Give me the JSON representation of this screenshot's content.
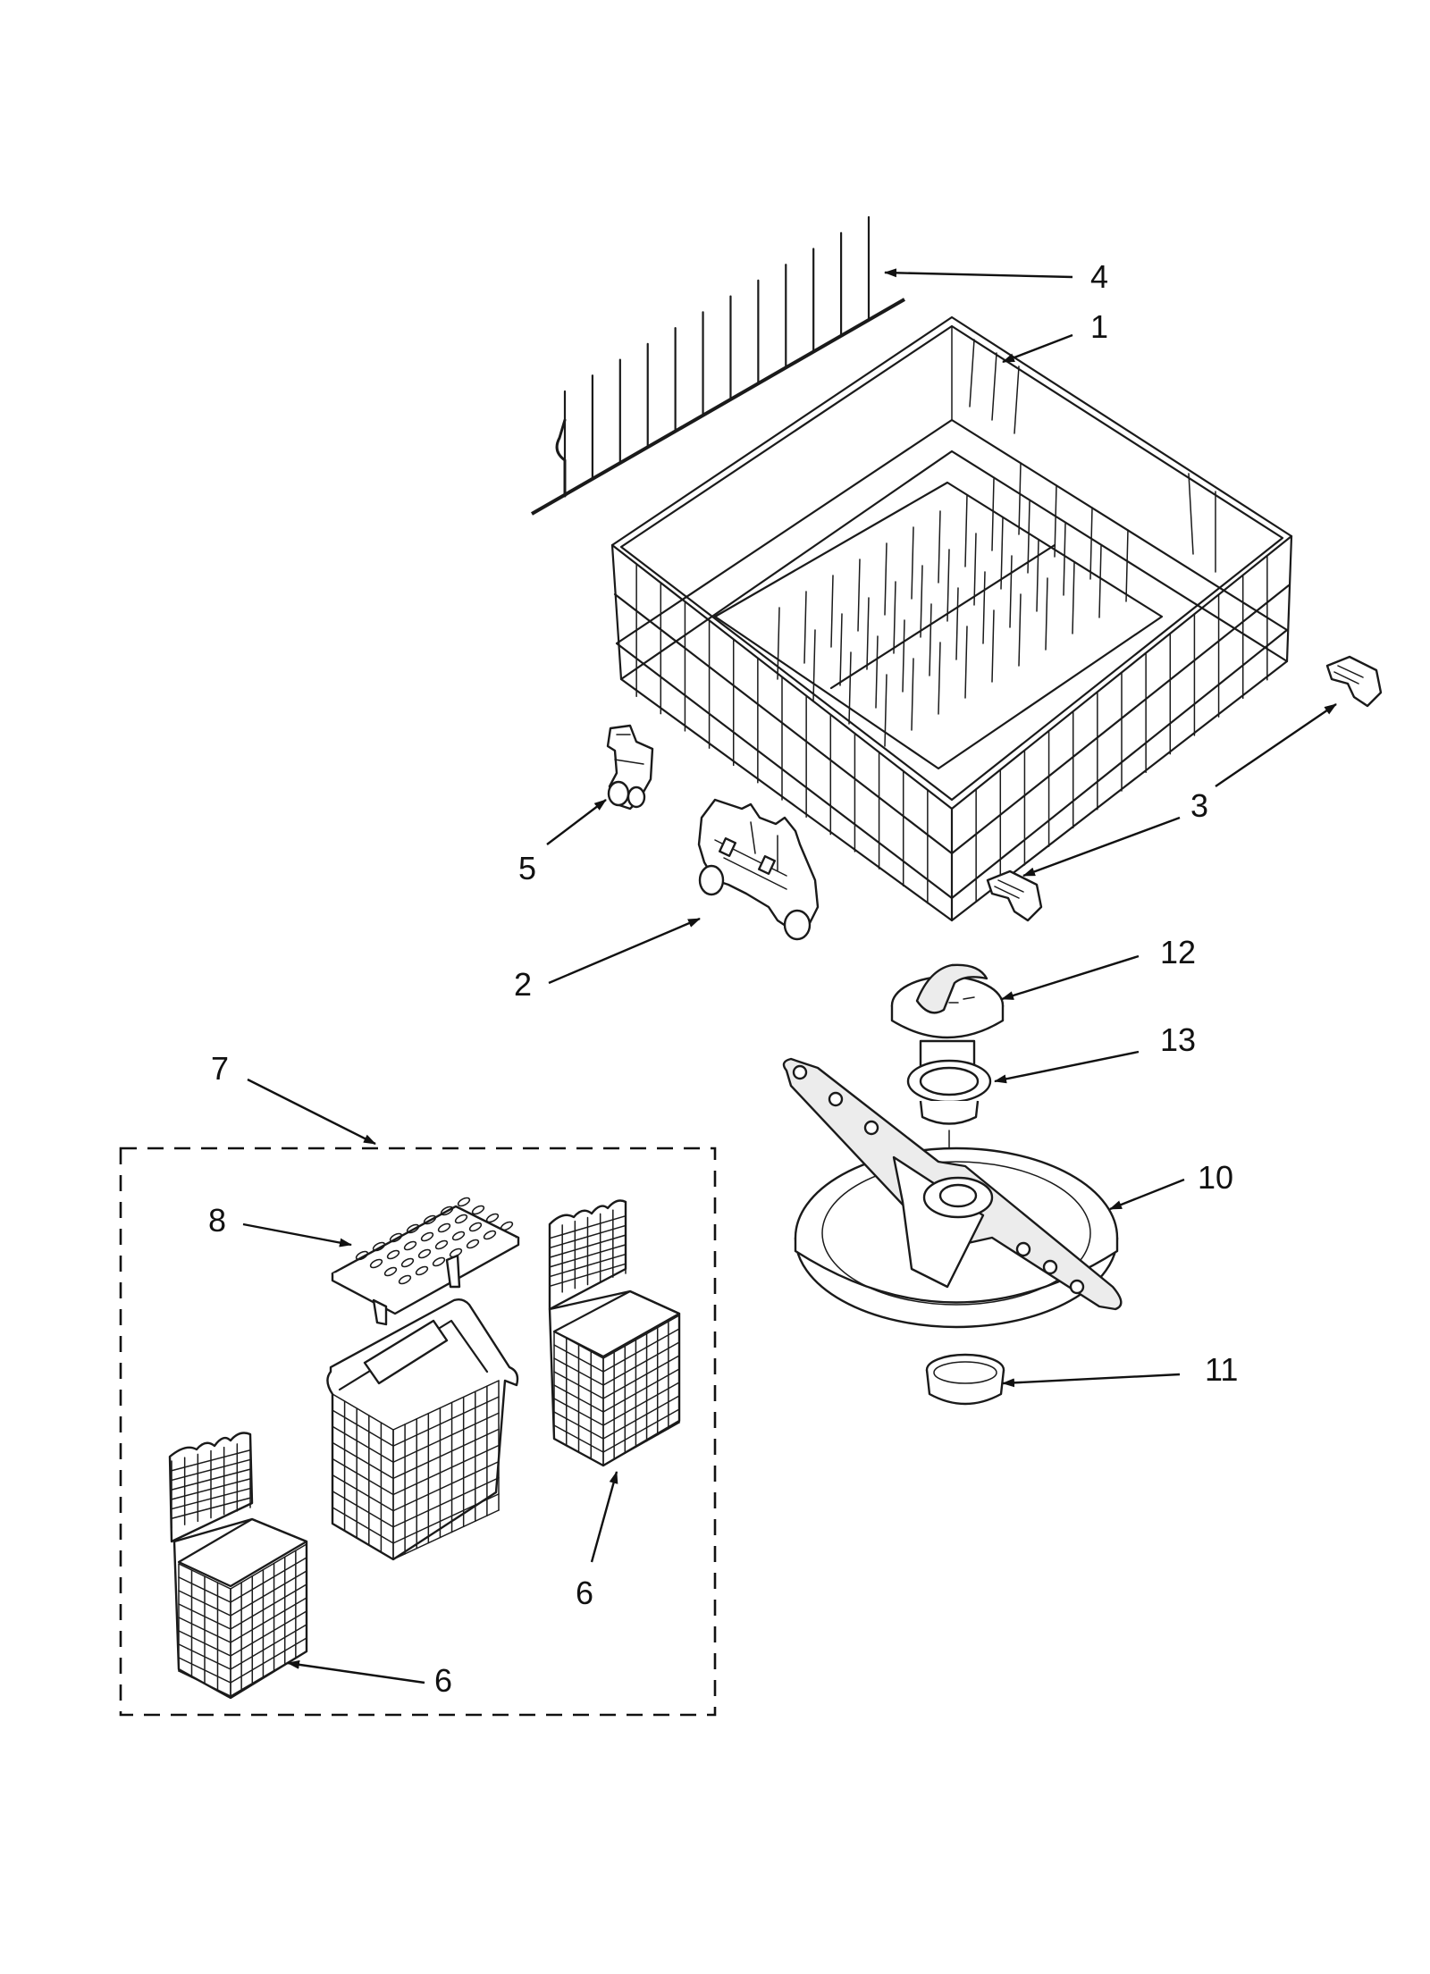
{
  "callouts": {
    "tines": "4",
    "lower_rack": "1",
    "rack_bumper": "3",
    "rack_roller_small": "5",
    "rack_roller_assembly": "2",
    "spray_arm_mount": "12",
    "spray_arm_bearing": "13",
    "spray_arm": "10",
    "spray_arm_seal": "11",
    "silverware_basket_assembly": "7",
    "basket_cover": "8",
    "basket_right": "6",
    "basket_left": "6"
  },
  "colors": {
    "line": "#1a1a1a",
    "background": "#ffffff",
    "shade": "#ececec"
  }
}
